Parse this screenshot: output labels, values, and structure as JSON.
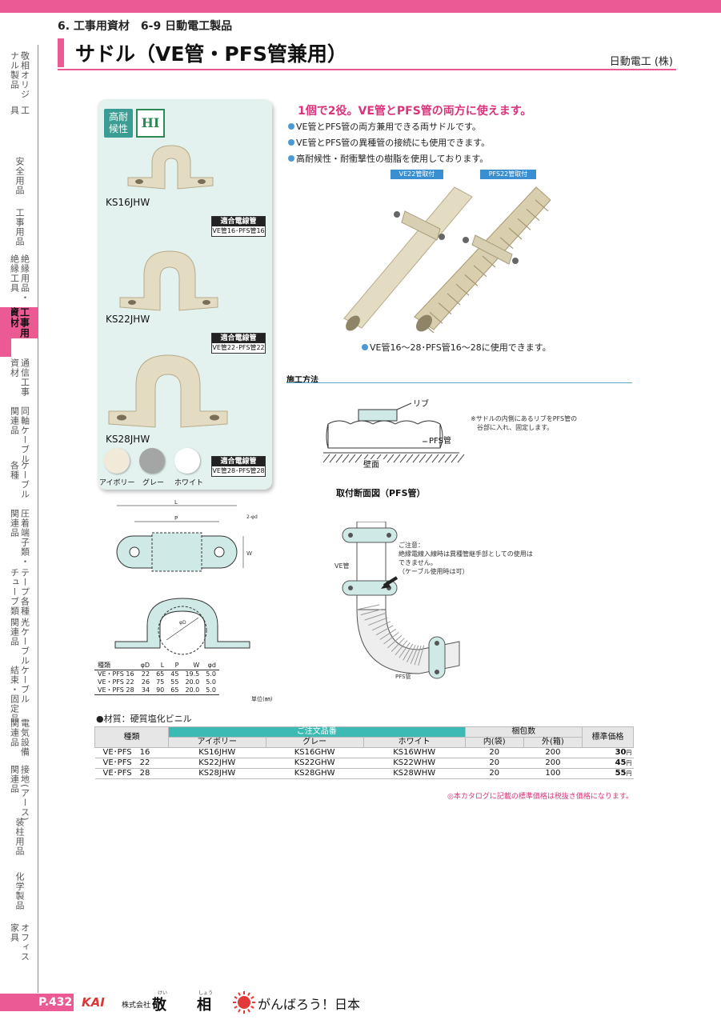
{
  "header": {
    "breadcrumb": "6.  工事用資材　6-9 日動電工製品",
    "title": "サドル（VE管・PFS管兼用）",
    "maker": "日動電工 (株)"
  },
  "sidebar": {
    "items": [
      {
        "cols": [
          "敬相オリジ",
          "ナル製品"
        ]
      },
      {
        "cols": [
          "工",
          "具"
        ]
      },
      {
        "cols": [
          "安全用品"
        ]
      },
      {
        "cols": [
          "工事用品"
        ]
      },
      {
        "cols": [
          "絶縁用品・",
          "絶縁工具"
        ]
      },
      {
        "cols": [
          "工事用",
          "資材"
        ]
      },
      {
        "cols": [
          "通信工事",
          "資材"
        ]
      },
      {
        "cols": [
          "同軸ケーブル",
          "関連品"
        ]
      },
      {
        "cols": [
          "ケーブル",
          "各種"
        ]
      },
      {
        "cols": [
          "圧着端子類・",
          "関連品"
        ]
      },
      {
        "cols": [
          "テープ各種・",
          "チューブ類"
        ]
      },
      {
        "cols": [
          "光ケーブル",
          "関連品"
        ]
      },
      {
        "cols": [
          "ケーブル",
          "結束・固定品"
        ]
      },
      {
        "cols": [
          "電気設備",
          "関連品"
        ]
      },
      {
        "cols": [
          "接地(アース)",
          "関連品"
        ]
      },
      {
        "cols": [
          "装柱用品"
        ]
      },
      {
        "cols": [
          "化学製品"
        ]
      },
      {
        "cols": [
          "オフィス",
          "家具"
        ]
      }
    ]
  },
  "product_card": {
    "badge_high_weather": "高耐\n候性",
    "badge_hi": "HI",
    "models": [
      "KS16JHW",
      "KS22JHW",
      "KS28JHW"
    ],
    "wire_title": "適合電線管",
    "wire_values": [
      "VE管16･PFS管16",
      "VE管22･PFS管22",
      "VE管28･PFS管28"
    ],
    "colors": [
      {
        "label": "アイボリー",
        "hex": "#f1ead8"
      },
      {
        "label": "グレー",
        "hex": "#a4a6a5"
      },
      {
        "label": "ホワイト",
        "hex": "#ffffff"
      }
    ]
  },
  "features": {
    "headline": "1個で2役。VE管とPFS管の両方に使えます。",
    "bullets": [
      "VE管とPFS管の両方兼用できる両サドルです。",
      "VE管とPFS管の異種管の接続にも使用できます。",
      "高耐候性・耐衝撃性の樹脂を使用しております。"
    ],
    "tags": [
      "VE22管取付",
      "PFS22管取付"
    ],
    "usage": "VE管16～28･PFS管16～28に使用できます。"
  },
  "install": {
    "section_title": "施工方法",
    "rib_label": "リブ",
    "pfs_label": "PFS管",
    "wall_label": "壁面",
    "caption": "取付断面図（PFS管）",
    "note_rib": [
      "※サドルの内側にあるリブをPFS管の",
      "谷部に入れ、固定します。"
    ],
    "caution": [
      "ご注意：",
      "絶縁電線入線時は異種管継手部としての使用は",
      "できません。",
      "（ケーブル使用時は可）"
    ],
    "ve_label": "VE管",
    "pfs_label2": "PFS管"
  },
  "dims": {
    "labels": {
      "L": "L",
      "P": "P",
      "W": "W",
      "d2": "2-φd",
      "D": "φD"
    },
    "headers": [
      "種類",
      "φD",
      "L",
      "P",
      "W",
      "φd"
    ],
    "rows": [
      [
        "VE・PFS 16",
        "22",
        "65",
        "45",
        "19.5",
        "5.0"
      ],
      [
        "VE・PFS 22",
        "26",
        "75",
        "55",
        "20.0",
        "5.0"
      ],
      [
        "VE・PFS 28",
        "34",
        "90",
        "65",
        "20.0",
        "5.0"
      ]
    ],
    "unit": "単位(㎜)"
  },
  "material": "●材質：硬質塩化ビニル",
  "order_table": {
    "h_kind": "種類",
    "h_order": "ご注文品番",
    "h_colors": [
      "アイボリー",
      "グレー",
      "ホワイト"
    ],
    "h_pack": "梱包数",
    "h_pack_sub": [
      "内(袋)",
      "外(箱)"
    ],
    "h_price": "標準価格",
    "rows": [
      {
        "kind": "VE･PFS　16",
        "ivory": "KS16JHW",
        "gray": "KS16GHW",
        "white": "KS16WHW",
        "inner": "20",
        "outer": "200",
        "price": "30",
        "unit": "円"
      },
      {
        "kind": "VE･PFS　22",
        "ivory": "KS22JHW",
        "gray": "KS22GHW",
        "white": "KS22WHW",
        "inner": "20",
        "outer": "200",
        "price": "45",
        "unit": "円"
      },
      {
        "kind": "VE･PFS　28",
        "ivory": "KS28JHW",
        "gray": "KS28GHW",
        "white": "KS28WHW",
        "inner": "20",
        "outer": "100",
        "price": "55",
        "unit": "円"
      }
    ]
  },
  "price_note": "◎本カタログに記載の標準価格は税抜き価格になります。",
  "footer": {
    "page": "P.432",
    "logo": "KAI",
    "company": "株式会社",
    "kei": "敬",
    "kei_kana": "けい",
    "sho": "相",
    "sho_kana": "しょう",
    "slogan": "がんばろう！日本"
  },
  "colors": {
    "accent": "#ec5a93",
    "teal": "#3dbab4",
    "blue": "#3a8fd0"
  }
}
